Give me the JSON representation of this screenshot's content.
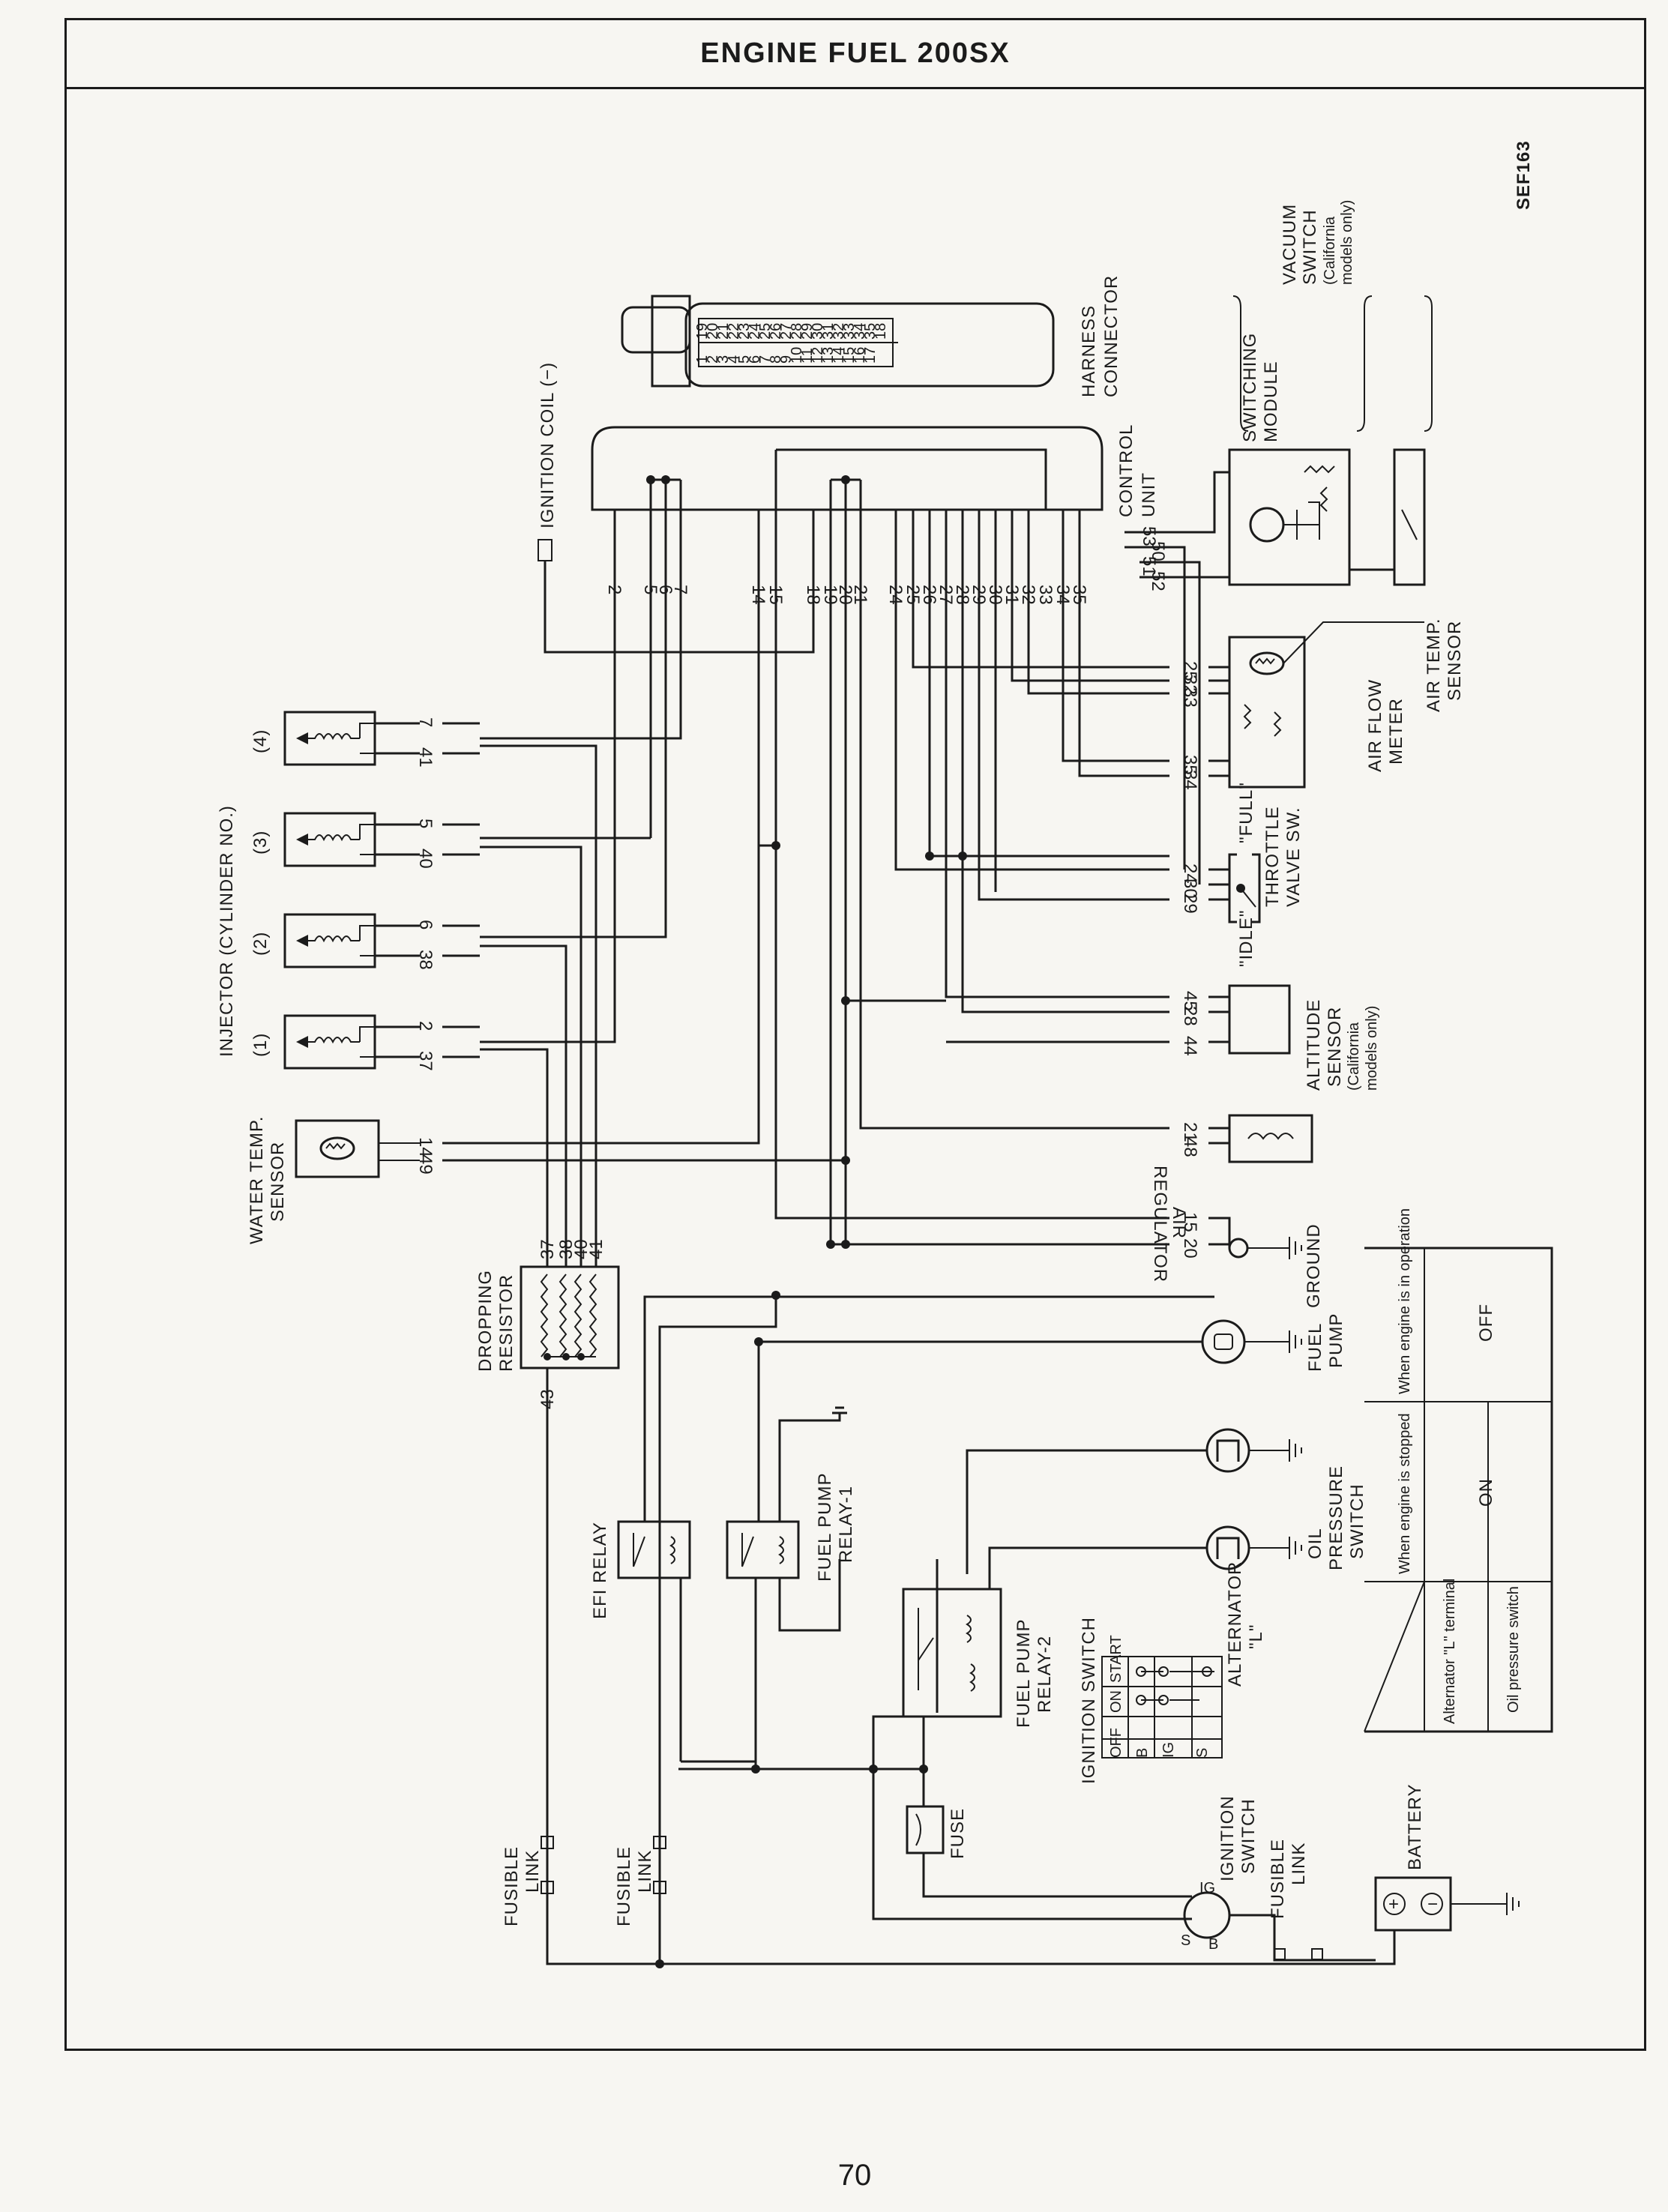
{
  "title": "ENGINE FUEL 200SX",
  "figure_code": "SEF163",
  "page_number": "70",
  "labels": {
    "harness_connector": [
      "HARNESS",
      "CONNECTOR"
    ],
    "control_unit": [
      "CONTROL",
      "UNIT"
    ],
    "ignition_coil": "IGNITION COIL (−)",
    "switching_module": [
      "SWITCHING",
      "MODULE"
    ],
    "vacuum_switch": [
      "VACUUM",
      "SWITCH",
      "(California",
      "models only)"
    ],
    "air_temp_sensor": [
      "AIR TEMP.",
      "SENSOR"
    ],
    "air_flow_meter": [
      "AIR FLOW",
      "METER"
    ],
    "throttle_valve_sw": [
      "THROTTLE",
      "VALVE SW."
    ],
    "full": "\"FULL\"",
    "idle": "\"IDLE\"",
    "altitude_sensor": [
      "ALTITUDE",
      "SENSOR",
      "(California",
      "models only)"
    ],
    "air_regulator": [
      "AIR",
      "REGULATOR"
    ],
    "ground": "GROUND",
    "fuel_pump": [
      "FUEL",
      "PUMP"
    ],
    "oil_pressure_switch": [
      "OIL",
      "PRESSURE",
      "SWITCH"
    ],
    "alternator": [
      "ALTERNATOR",
      "\"L\""
    ],
    "fuel_pump_relay_1": [
      "FUEL PUMP",
      "RELAY-1"
    ],
    "fuel_pump_relay_2": [
      "FUEL PUMP",
      "RELAY-2"
    ],
    "efi_relay": "EFI RELAY",
    "fuse": "FUSE",
    "ignition_switch": [
      "IGNITION",
      "SWITCH"
    ],
    "ignition_switch_table_title": "IGNITION SWITCH",
    "fusible_link": [
      "FUSIBLE",
      "LINK"
    ],
    "battery": "BATTERY",
    "injector": "INJECTOR (CYLINDER NO.)",
    "water_temp_sensor": [
      "WATER TEMP.",
      "SENSOR"
    ],
    "dropping_resistor": [
      "DROPPING",
      "RESISTOR"
    ]
  },
  "injector_numbers": [
    "(1)",
    "(2)",
    "(3)",
    "(4)"
  ],
  "connector_pins": [
    "19",
    "1",
    "20",
    "2",
    "21",
    "3",
    "22",
    "4",
    "23",
    "5",
    "24",
    "6",
    "25",
    "7",
    "26",
    "8",
    "27",
    "9",
    "28",
    "10",
    "29",
    "11",
    "30",
    "12",
    "31",
    "13",
    "32",
    "14",
    "33",
    "15",
    "34",
    "16",
    "35",
    "17",
    "18"
  ],
  "control_unit_pins": [
    "2",
    "5",
    "6",
    "7",
    "14",
    "15",
    "18",
    "19",
    "20",
    "21",
    "24",
    "25",
    "26",
    "27",
    "28",
    "29",
    "30",
    "31",
    "32",
    "33",
    "34",
    "35"
  ],
  "injector_pins": [
    [
      "2",
      "37"
    ],
    [
      "6",
      "38"
    ],
    [
      "5",
      "40"
    ],
    [
      "7",
      "41"
    ]
  ],
  "water_pins": [
    "14",
    "49"
  ],
  "resistor_pins": [
    "37",
    "38",
    "40",
    "41"
  ],
  "resistor_in_pin": "43",
  "airflow_pins": [
    "25",
    "32",
    "33",
    "35",
    "34"
  ],
  "throttle_pins": [
    "24",
    "30",
    "29"
  ],
  "altitude_pins": [
    "45",
    "28",
    "44"
  ],
  "air_reg_pins": [
    "21",
    "48"
  ],
  "ground_pins": [
    "15",
    "20"
  ],
  "switching_pins": [
    "53",
    "50",
    "51",
    "52"
  ],
  "ignition_terminals": [
    "IG",
    "S",
    "B"
  ],
  "ign_switch_table": {
    "headers": [
      "OFF",
      "ON",
      "START"
    ],
    "rows": [
      "B",
      "IG",
      "S"
    ]
  },
  "status_table": {
    "col_headers": [
      "When engine is stopped",
      "When engine is in operation"
    ],
    "rows": [
      {
        "label": "Alternator \"L\" terminal",
        "stopped": "ON",
        "operation": "OFF"
      },
      {
        "label": "Oil pressure switch",
        "stopped": "ON",
        "operation": "OFF"
      }
    ]
  }
}
